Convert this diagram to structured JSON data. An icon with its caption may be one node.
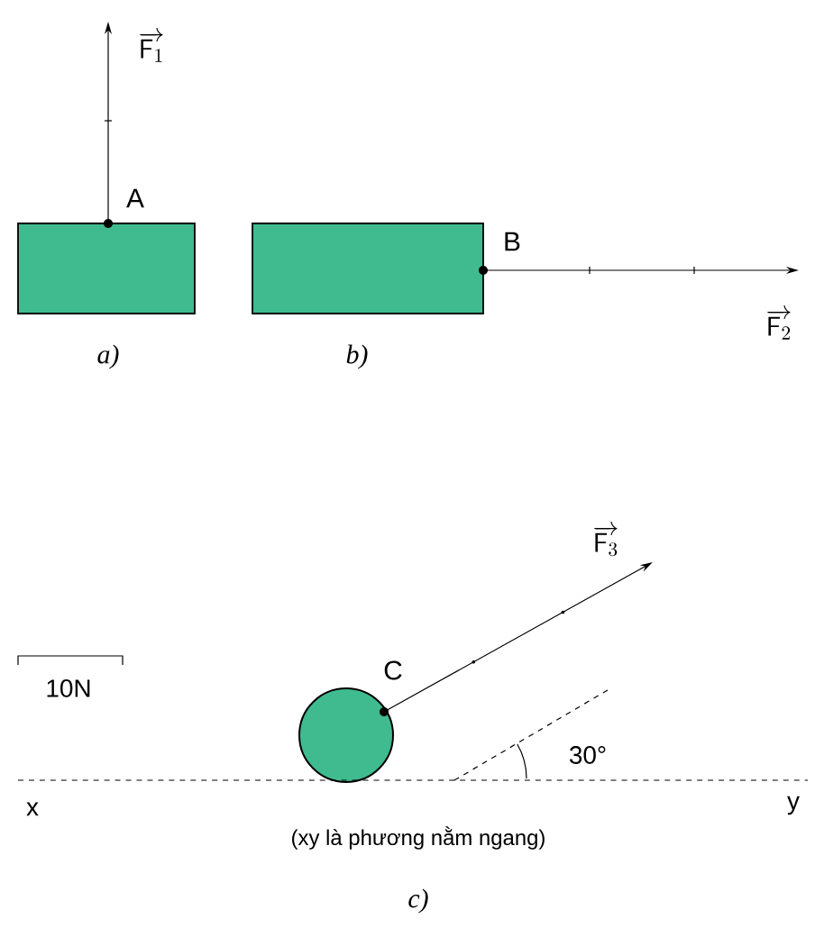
{
  "diagram": {
    "labels": [
      "\\overrightarrow{\\mathsf{F}_1}",
      "A",
      "B",
      "\\overrightarrow{\\mathsf{F}_2}",
      "a)",
      "b)",
      "\\overrightarrow{\\mathsf{F}_3}",
      "C",
      "10N",
      "30°",
      "x",
      "y",
      "(xy là phương nằm ngang)",
      "c)"
    ]
  }
}
